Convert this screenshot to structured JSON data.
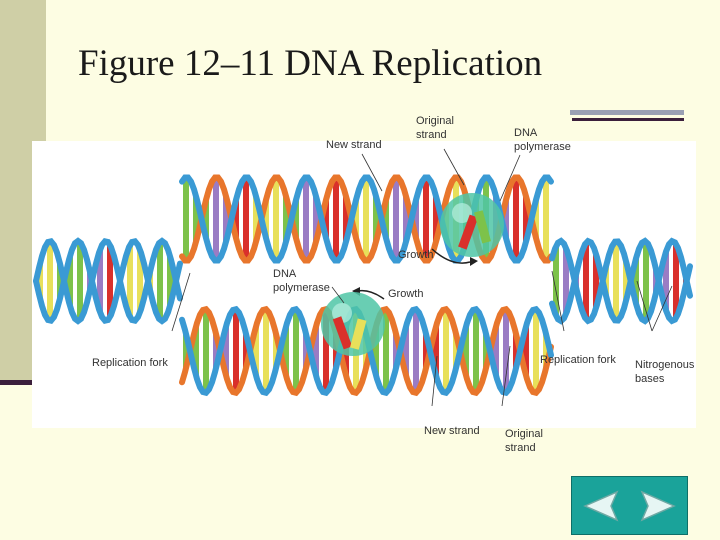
{
  "slide": {
    "title": "Figure 12–11 DNA Replication"
  },
  "labels": {
    "new_strand_top": "New strand",
    "original_strand_top": "Original\nstrand",
    "dna_polymerase_top": "DNA\npolymerase",
    "growth_top": "Growth",
    "dna_polymerase_bottom": "DNA\npolymerase",
    "growth_bottom": "Growth",
    "replication_fork_left": "Replication fork",
    "replication_fork_right": "Replication fork",
    "nitrogenous_bases": "Nitrogenous\nbases",
    "new_strand_bottom": "New strand",
    "original_strand_bottom": "Original\nstrand"
  },
  "colors": {
    "backbone": "#3a9ad4",
    "new_backbone": "#e8762c",
    "base_red": "#d9302b",
    "base_yellow": "#e8e05a",
    "base_green": "#7dc24a",
    "base_purple": "#9a7cc4",
    "polymerase": "#4fc6a6",
    "nav_bg": "#1aa39a"
  },
  "nav": {
    "prev_icon": "left-arrow-icon",
    "next_icon": "right-arrow-icon"
  }
}
